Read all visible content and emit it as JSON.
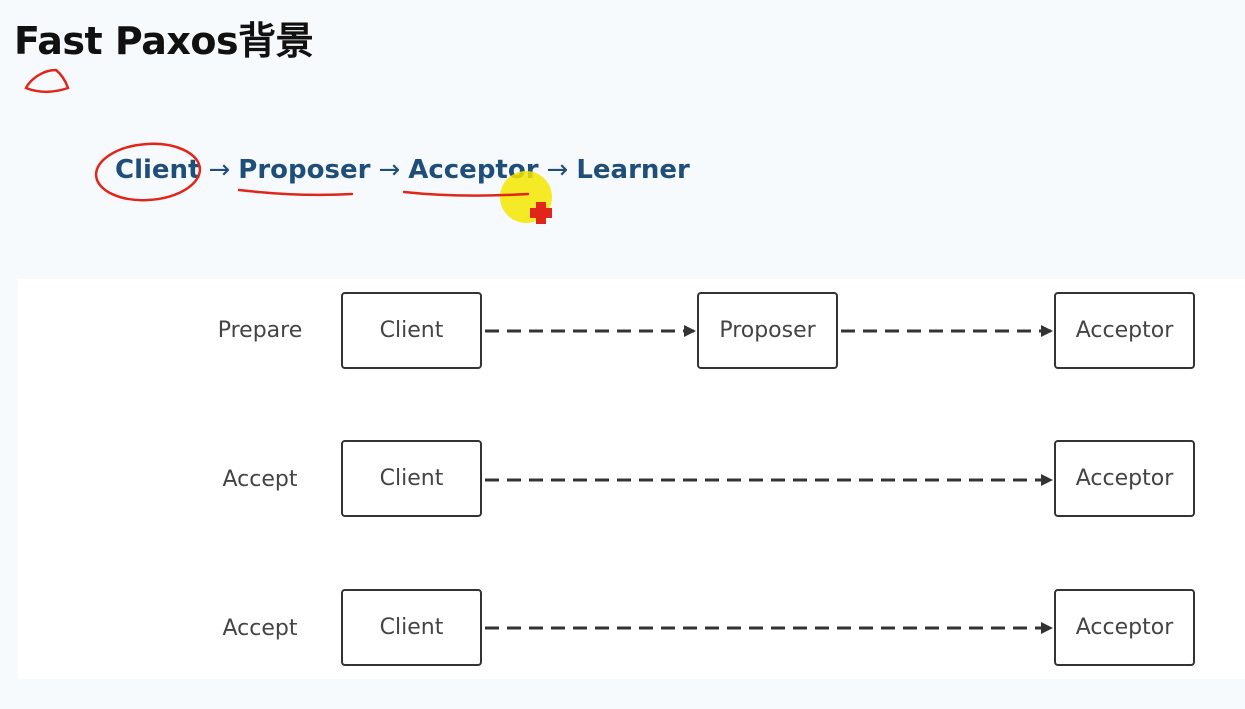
{
  "title": "Fast Paxos背景",
  "flow": {
    "steps": [
      "Client",
      "Proposer",
      "Acceptor",
      "Learner"
    ],
    "arrow": "→"
  },
  "diagram": {
    "rows": [
      {
        "label": "Prepare",
        "nodes": [
          "Client",
          "Proposer",
          "Acceptor"
        ]
      },
      {
        "label": "Accept",
        "nodes": [
          "Client",
          "Acceptor"
        ]
      },
      {
        "label": "Accept",
        "nodes": [
          "Client",
          "Acceptor"
        ]
      }
    ]
  },
  "annotation_colors": {
    "pen": "#e0261b",
    "highlighter": "#f5e600",
    "cursor": "#e0261b"
  }
}
